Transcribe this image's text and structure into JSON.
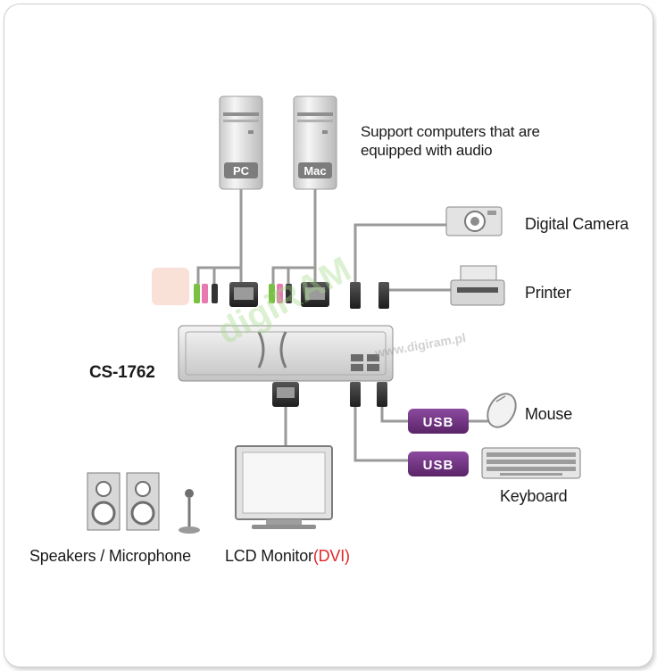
{
  "labels": {
    "support_note": "Support computers that are equipped with audio",
    "digital_camera": "Digital Camera",
    "printer": "Printer",
    "model": "CS-1762",
    "mouse": "Mouse",
    "keyboard": "Keyboard",
    "speakers_microphone": "Speakers / Microphone",
    "lcd_monitor": "LCD Monitor",
    "lcd_monitor_interface": "(DVI)"
  },
  "computers": {
    "pc": "PC",
    "mac": "Mac"
  },
  "usb_badges": [
    "USB",
    "USB"
  ],
  "watermark": {
    "brand": "digiRAM",
    "url": "www.digiram.pl"
  },
  "colors": {
    "usb_badge": "#6b2f7c",
    "dvi_text": "#e0262b",
    "cable": "#9a9a9a",
    "audio_green": "#7ac143",
    "audio_pink": "#e87ab0"
  }
}
